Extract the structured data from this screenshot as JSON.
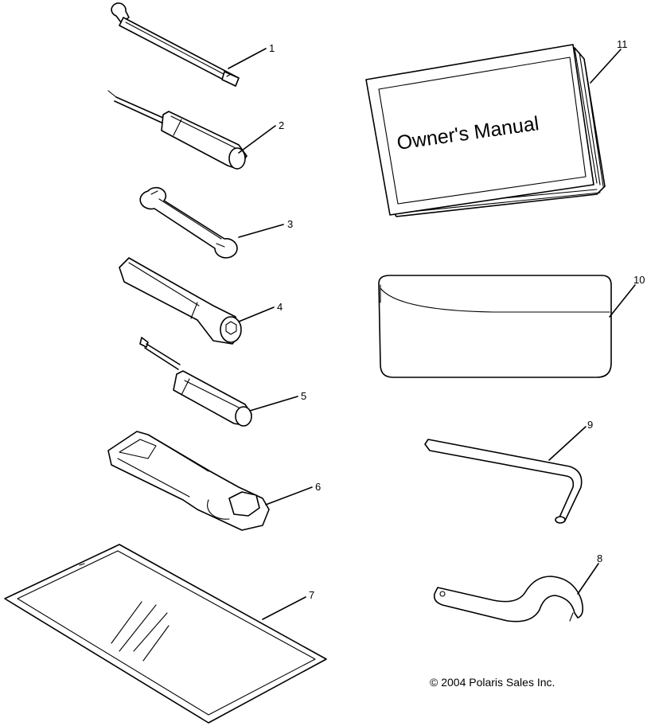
{
  "callouts": {
    "n1": "1",
    "n2": "2",
    "n3": "3",
    "n4": "4",
    "n5": "5",
    "n6": "6",
    "n7": "7",
    "n8": "8",
    "n9": "9",
    "n10": "10",
    "n11": "11"
  },
  "manual": {
    "title": "Owner's Manual"
  },
  "footer": {
    "copyright": "© 2004 Polaris Sales Inc."
  },
  "colors": {
    "line": "#000000",
    "background": "#ffffff"
  }
}
